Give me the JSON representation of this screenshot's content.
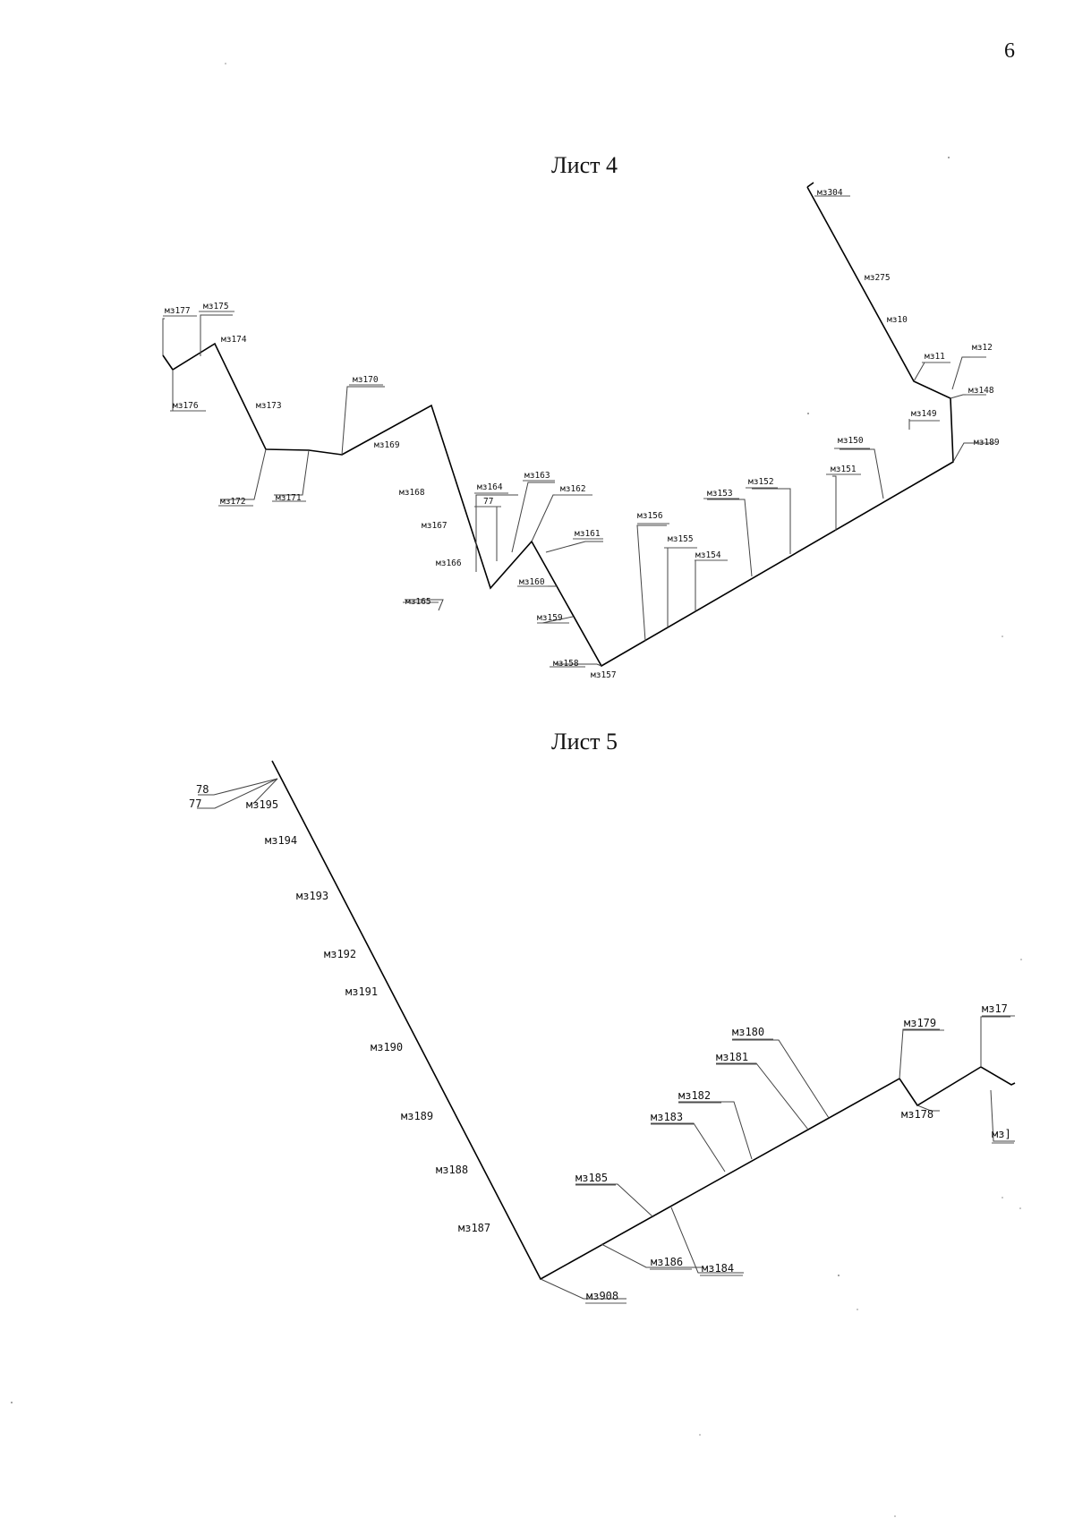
{
  "page_number": "6",
  "sheets": [
    {
      "title": "Лист 4",
      "labels": [
        "мз304",
        "мз275",
        "мз10",
        "мз11",
        "мз12",
        "мз148",
        "мз149",
        "мз189",
        "мз150",
        "мз151",
        "мз152",
        "мз153",
        "мз154",
        "мз155",
        "мз156",
        "мз157",
        "мз158",
        "мз159",
        "мз160",
        "мз161",
        "мз162",
        "мз163",
        "мз164",
        "77",
        "мз165",
        "мз166",
        "мз167",
        "мз168",
        "мз169",
        "мз170",
        "мз171",
        "мз172",
        "мз173",
        "мз174",
        "мз175",
        "мз176",
        "мз177"
      ]
    },
    {
      "title": "Лист 5",
      "labels": [
        "78",
        "77",
        "мз195",
        "мз194",
        "мз193",
        "мз192",
        "мз191",
        "мз190",
        "мз189",
        "мз188",
        "мз187",
        "мз908",
        "мз186",
        "мз184",
        "мз185",
        "мз183",
        "мз182",
        "мз181",
        "мз180",
        "мз179",
        "мз178",
        "мз17",
        "мз]"
      ]
    }
  ]
}
